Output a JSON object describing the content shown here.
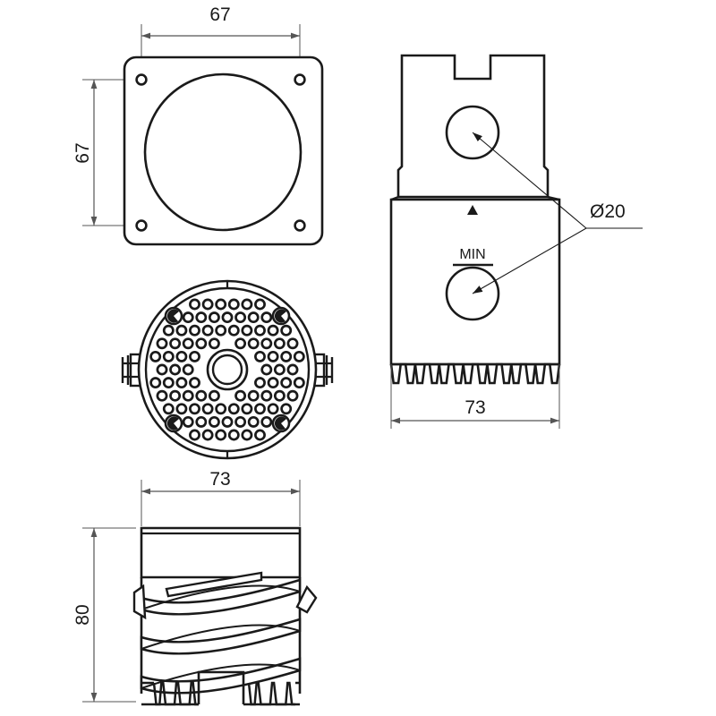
{
  "drawing": {
    "title": "Technical part drawing",
    "line_color": "#1a1a1a",
    "dim_line_color": "#555555",
    "background": "#ffffff",
    "units_note": "mm"
  },
  "views": {
    "top_plate": {
      "name": "Square mounting plate with circular opening",
      "dim_width": "67",
      "dim_height": "67",
      "hole_count": 4
    },
    "perforated_disc": {
      "name": "Perforated strainer disc",
      "center_hole": true,
      "screw_count": 4,
      "clip_count": 2
    },
    "side_view": {
      "name": "Side elevation with notched collar",
      "dim_width": "73",
      "hole_label": "Ø20",
      "min_label": "MIN",
      "triangle_marker": "▲"
    },
    "front_view": {
      "name": "Front elevation threaded body",
      "dim_width": "73",
      "dim_height": "80"
    }
  },
  "labels": {
    "d67_top": "67",
    "d67_left": "67",
    "d20": "Ø20",
    "min": "MIN",
    "d73_side": "73",
    "d73_front": "73",
    "d80_front": "80"
  }
}
